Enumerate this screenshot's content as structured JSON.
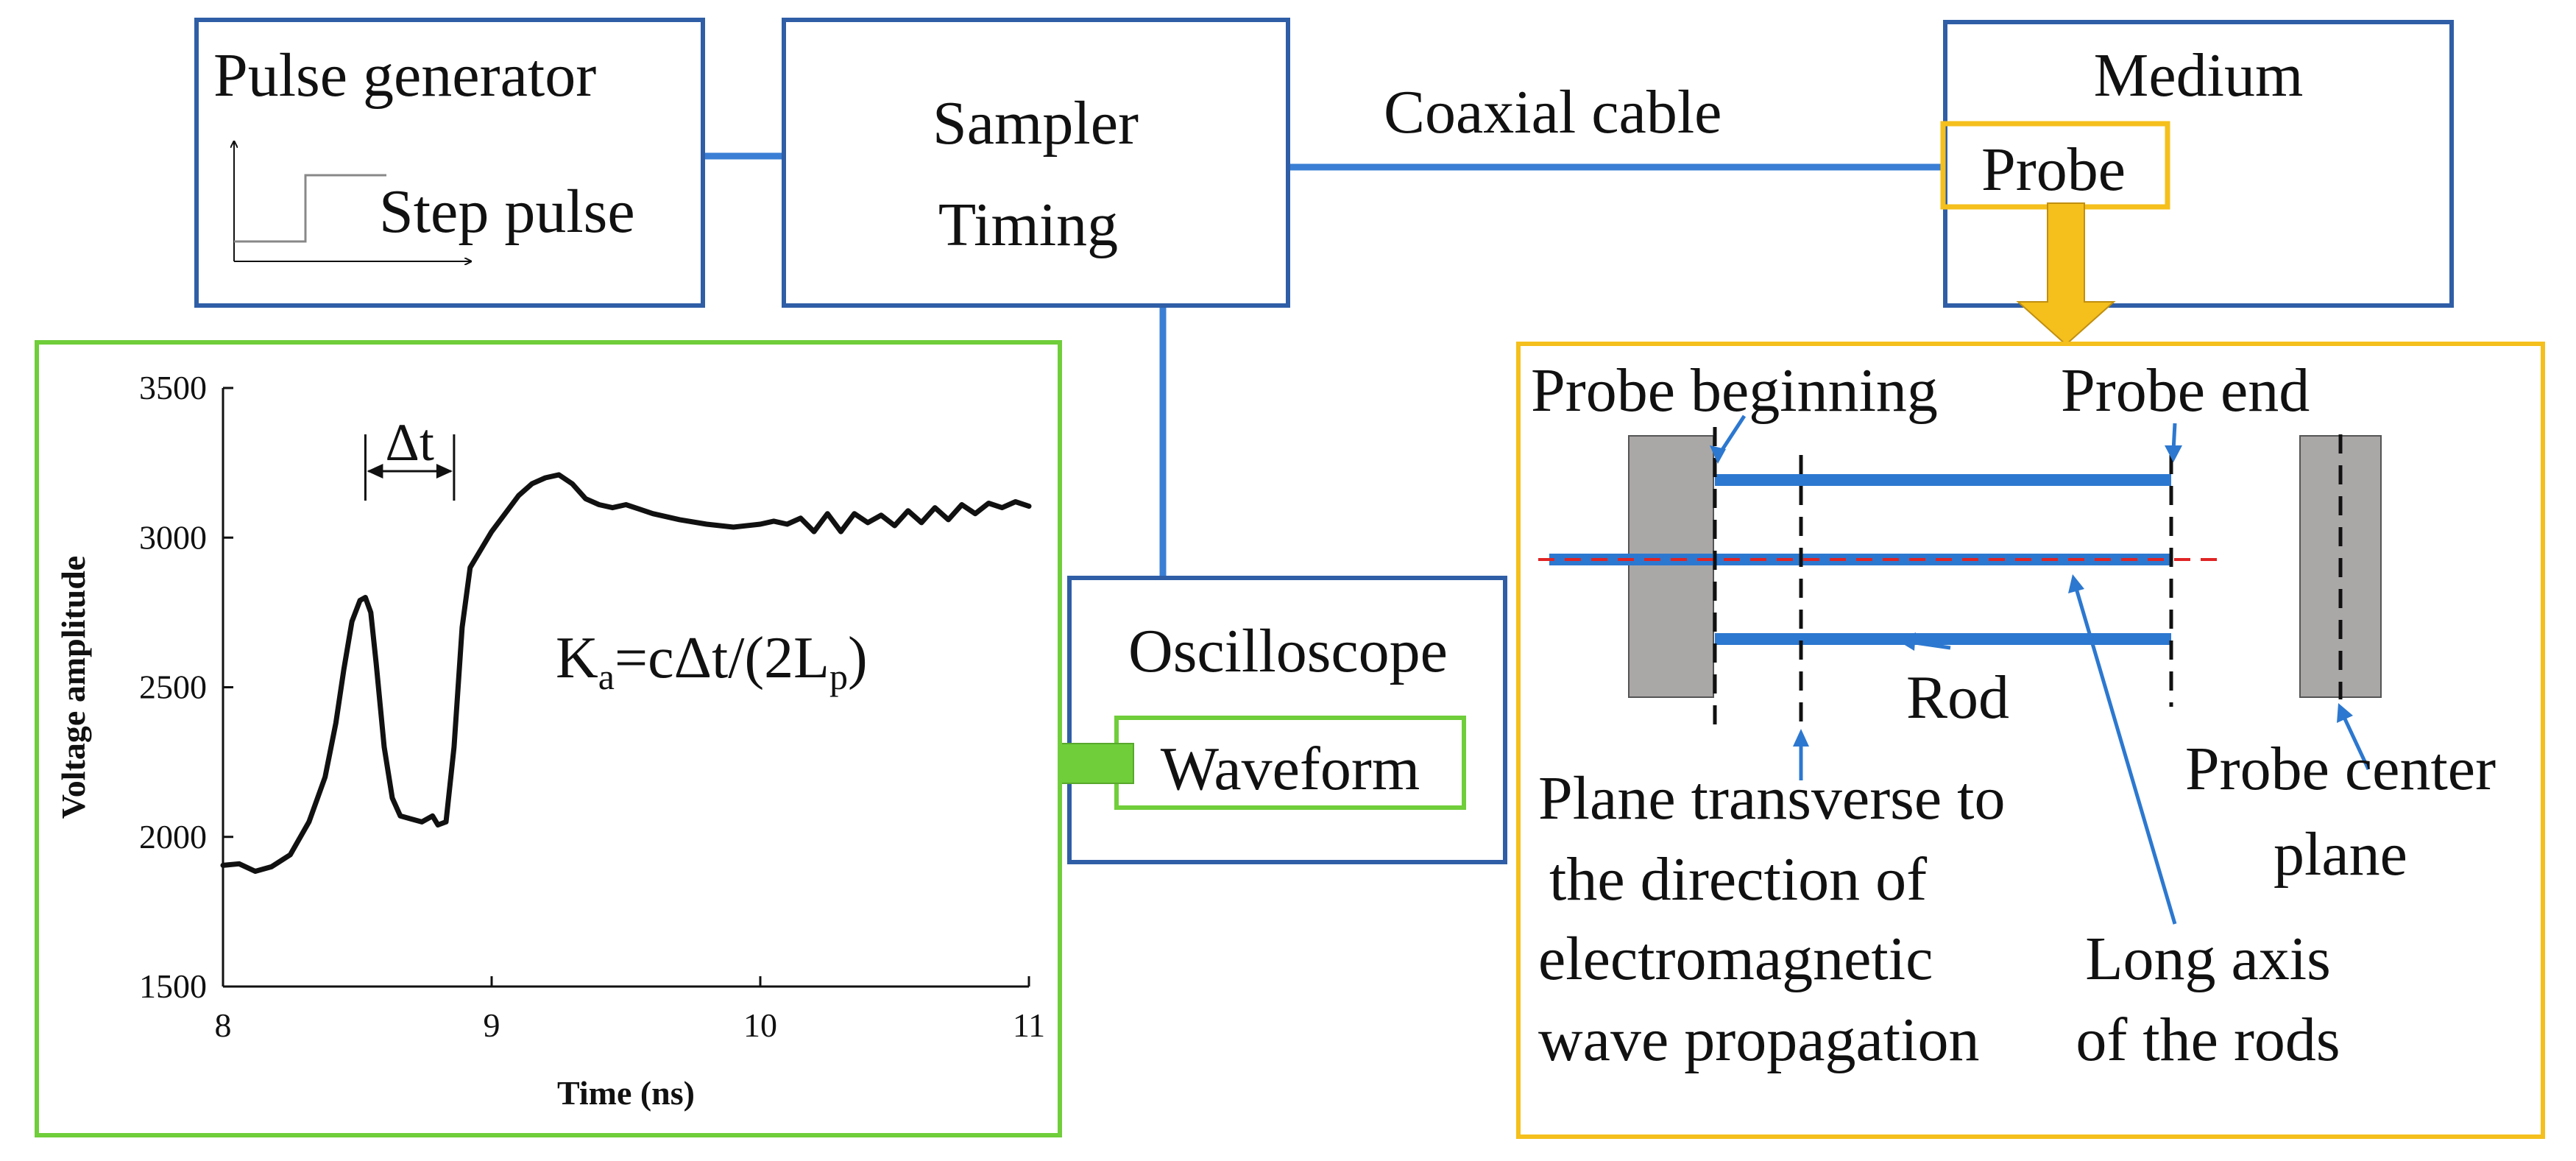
{
  "colors": {
    "block_border": "#2f5ea6",
    "wire": "#3a7fd5",
    "rod": "#2c78d0",
    "probe_box": "#f5bf1c",
    "probe_arrow": "#f5bf1c",
    "waveform_frame": "#6fce3a",
    "waveform_arrow": "#6fce3a",
    "center_line": "#e02424",
    "probe_plate": "#aaa7a7",
    "curve": "#111111"
  },
  "blocks": {
    "pulse_generator": {
      "title": "Pulse generator",
      "step_label": "Step pulse"
    },
    "sampler": {
      "line1": "Sampler",
      "line2": "Timing"
    },
    "medium": {
      "title": "Medium",
      "probe": "Probe"
    },
    "oscilloscope": {
      "title": "Oscilloscope",
      "waveform": "Waveform"
    }
  },
  "cable_label": "Coaxial cable",
  "probe_detail": {
    "beginning": "Probe beginning",
    "end": "Probe end",
    "rod": "Rod",
    "transverse_plane": [
      "Plane transverse to",
      "the direction of",
      "electromagnetic",
      "wave propagation"
    ],
    "center_plane": [
      "Probe center",
      "plane"
    ],
    "long_axis": [
      "Long axis",
      "of the rods"
    ]
  },
  "formula": {
    "K": "K",
    "a": "a",
    "eq": "=cΔt/(2L",
    "p": "p",
    "close": ")"
  },
  "delta_t_label": "Δt",
  "chart_data": {
    "type": "line",
    "xlabel": "Time (ns)",
    "ylabel": "Voltage amplitude",
    "xlim": [
      8,
      11
    ],
    "ylim": [
      1500,
      3500
    ],
    "xticks": [
      8,
      9,
      10,
      11
    ],
    "yticks": [
      1500,
      2000,
      2500,
      3000,
      3500
    ],
    "delta_t_range": [
      8.53,
      8.86
    ],
    "series": [
      {
        "x": [
          8.0,
          8.06,
          8.12,
          8.18,
          8.25,
          8.32,
          8.38,
          8.42,
          8.45,
          8.48,
          8.51,
          8.53,
          8.55,
          8.57,
          8.6,
          8.63,
          8.66,
          8.7,
          8.74,
          8.78,
          8.8,
          8.83,
          8.86,
          8.89,
          8.92,
          8.96,
          9.0,
          9.05,
          9.1,
          9.15,
          9.2,
          9.25,
          9.3,
          9.35,
          9.4,
          9.45,
          9.5,
          9.55,
          9.6,
          9.65,
          9.7,
          9.8,
          9.9,
          10.0,
          10.05,
          10.1,
          10.15,
          10.2,
          10.25,
          10.3,
          10.35,
          10.4,
          10.45,
          10.5,
          10.55,
          10.6,
          10.65,
          10.7,
          10.75,
          10.8,
          10.85,
          10.9,
          10.95,
          11.0
        ],
        "y": [
          1905,
          1910,
          1885,
          1900,
          1940,
          2050,
          2200,
          2380,
          2560,
          2720,
          2790,
          2800,
          2750,
          2580,
          2300,
          2130,
          2070,
          2060,
          2050,
          2070,
          2040,
          2050,
          2300,
          2700,
          2900,
          2960,
          3020,
          3080,
          3140,
          3180,
          3200,
          3210,
          3180,
          3130,
          3110,
          3100,
          3110,
          3095,
          3080,
          3070,
          3060,
          3045,
          3035,
          3045,
          3055,
          3045,
          3065,
          3020,
          3080,
          3020,
          3080,
          3050,
          3075,
          3040,
          3090,
          3050,
          3100,
          3060,
          3110,
          3080,
          3115,
          3100,
          3120,
          3105
        ]
      }
    ]
  }
}
